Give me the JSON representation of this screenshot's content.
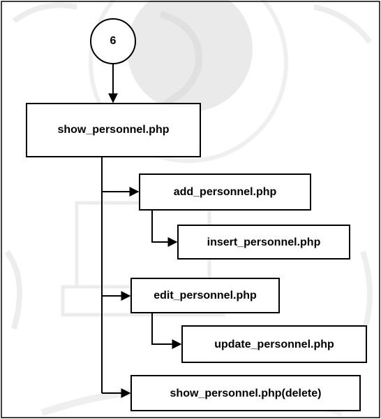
{
  "connector": {
    "label": "6"
  },
  "nodes": {
    "show": "show_personnel.php",
    "add": "add_personnel.php",
    "insert": "insert_personnel.php",
    "edit": "edit_personnel.php",
    "update": "update_personnel.php",
    "delete": "show_personnel.php(delete)"
  },
  "colors": {
    "stroke": "#000000",
    "background": "#ffffff",
    "watermark": "#d4d4d4"
  }
}
